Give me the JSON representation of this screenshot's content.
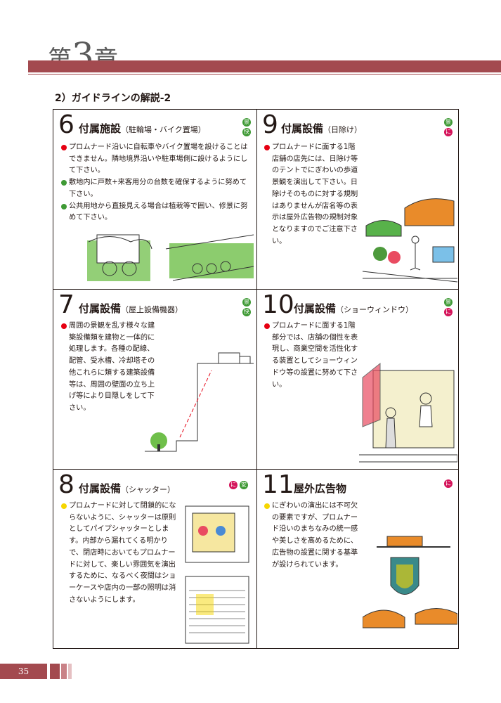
{
  "header": {
    "chapter_prefix": "第",
    "chapter_number": "3",
    "chapter_suffix": "章",
    "band_color": "#a34a4f"
  },
  "subtitle": "2）ガイドラインの解説-2",
  "colors": {
    "red": "#e60012",
    "green": "#3f9a35",
    "yellow": "#f6d600",
    "badge_green": "#3f9a35",
    "badge_red": "#d4145a"
  },
  "items": [
    {
      "number": "6",
      "title": "付属施設",
      "subtitle": "（駐輪場・バイク置場）",
      "badges": [
        {
          "text": "景",
          "color": "green"
        },
        {
          "text": "快",
          "color": "green"
        }
      ],
      "paragraphs": [
        {
          "bullet": "red",
          "text": "プロムナード沿いに自転車やバイク置場を設けることはできません。隣地境界沿いや駐車場側に設けるようにして下さい。"
        },
        {
          "bullet": "green",
          "text": "敷地内に戸数+来客用分の台数を確保するように努めて下さい。"
        },
        {
          "bullet": "green",
          "text": "公共用地から直接見える場合は植栽等で囲い、修景に努めて下さい。"
        }
      ]
    },
    {
      "number": "9",
      "title": "付属設備",
      "subtitle": "（日除け）",
      "badges": [
        {
          "text": "景",
          "color": "green"
        },
        {
          "text": "に",
          "color": "red"
        }
      ],
      "paragraphs": [
        {
          "bullet": "red",
          "text": "プロムナードに面する1階店舗の店先には、日除け等のテントでにぎわいの歩道景観を演出して下さい。日除けそのものに対する規制はありませんが店名等の表示は屋外広告物の規制対象となりますのでご注意下さい。"
        }
      ]
    },
    {
      "number": "7",
      "title": "付属設備",
      "subtitle": "（屋上設備機器）",
      "badges": [
        {
          "text": "景",
          "color": "green"
        },
        {
          "text": "快",
          "color": "green"
        }
      ],
      "paragraphs": [
        {
          "bullet": "red",
          "text": "周囲の景観を乱す様々な建築設備類を建物と一体的に処理します。各種の配線、配管、受水槽、冷却塔その他これらに類する建築設備等は、周囲の壁面の立ち上げ等により目隠しをして下さい。"
        }
      ]
    },
    {
      "number": "10",
      "title": "付属設備",
      "subtitle": "（ショーウィンドウ）",
      "badges": [
        {
          "text": "景",
          "color": "green"
        },
        {
          "text": "に",
          "color": "red"
        }
      ],
      "paragraphs": [
        {
          "bullet": "red",
          "text": "プロムナードに面する1階部分では、店舗の個性を表現し、商業空間を活性化する装置としてショーウィンドウ等の設置に努めて下さい。"
        }
      ]
    },
    {
      "number": "8",
      "title": "付属設備",
      "subtitle": "（シャッター）",
      "badges": [
        {
          "text": "に",
          "color": "red"
        },
        {
          "text": "安",
          "color": "green"
        }
      ],
      "paragraphs": [
        {
          "bullet": "yellow",
          "text": "プロムナードに対して閉鎖的にならないように、シャッターは原則としてパイプシャッターとします。内部から漏れてくる明かりで、閉店時においてもプロムナードに対して、楽しい雰囲気を演出するために、なるべく夜間はショーケースや店内の一部の照明は消さないようにします。"
        }
      ]
    },
    {
      "number": "11",
      "title": "屋外広告物",
      "subtitle": "",
      "badges": [
        {
          "text": "に",
          "color": "red"
        }
      ],
      "paragraphs": [
        {
          "bullet": "yellow",
          "text": "にぎわいの演出には不可欠の要素ですが、プロムナード沿いのまちなみの統一感や美しさを高めるために、広告物の設置に関する基準が設けられています。"
        }
      ]
    }
  ],
  "page_number": "35"
}
